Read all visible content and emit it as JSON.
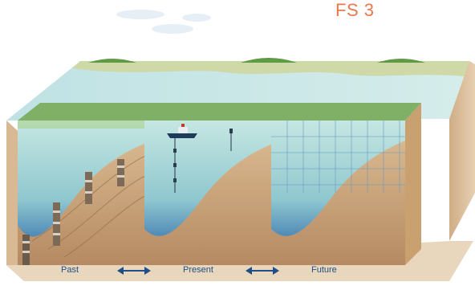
{
  "figure": {
    "label": "FS 3",
    "panels": [
      {
        "id": "past",
        "label": "Past"
      },
      {
        "id": "present",
        "label": "Present"
      },
      {
        "id": "future",
        "label": "Future"
      }
    ],
    "arrows": [
      {
        "between": [
          "Past",
          "Present"
        ],
        "direction": "both"
      },
      {
        "between": [
          "Present",
          "Future"
        ],
        "direction": "both"
      }
    ]
  },
  "colors": {
    "label_orange": "#e8794d",
    "panel_text": "#1f4f86",
    "arrow_blue": "#1f4f86",
    "water_top": "#bfe3e1",
    "water_deep": "#1d5aa4",
    "sediment": "#c9a47b",
    "grass": "#4f8f3b"
  }
}
